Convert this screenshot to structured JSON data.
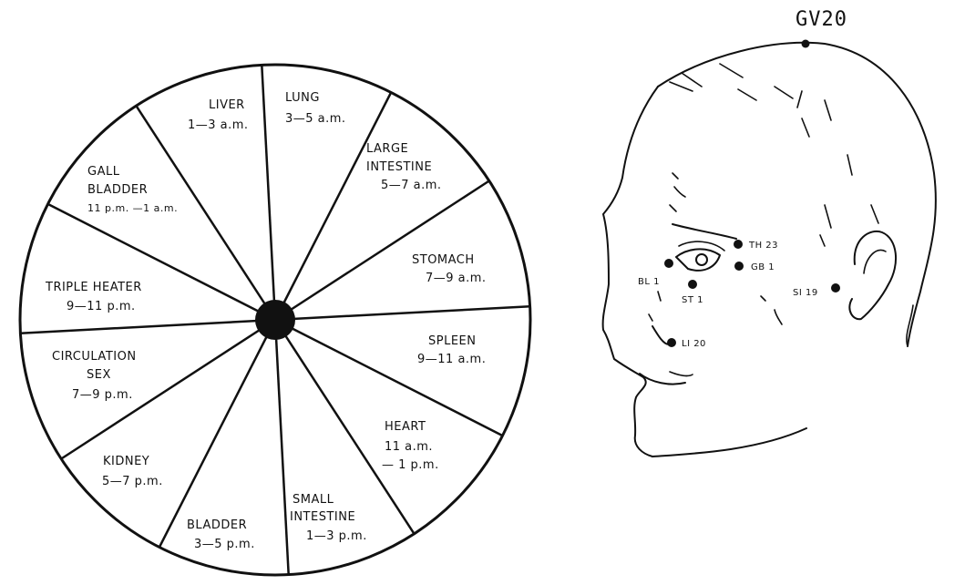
{
  "clock": {
    "segments": [
      {
        "organ": [
          "LUNG"
        ],
        "time": [
          "3—5 a.m."
        ]
      },
      {
        "organ": [
          "LARGE",
          "INTESTINE"
        ],
        "time": [
          "5—7 a.m."
        ]
      },
      {
        "organ": [
          "STOMACH"
        ],
        "time": [
          "7—9 a.m."
        ]
      },
      {
        "organ": [
          "SPLEEN"
        ],
        "time": [
          "9—11 a.m."
        ]
      },
      {
        "organ": [
          "HEART"
        ],
        "time": [
          "11 a.m.",
          "— 1 p.m."
        ]
      },
      {
        "organ": [
          "SMALL",
          "INTESTINE"
        ],
        "time": [
          "1—3 p.m."
        ]
      },
      {
        "organ": [
          "BLADDER"
        ],
        "time": [
          "3—5 p.m."
        ]
      },
      {
        "organ": [
          "KIDNEY"
        ],
        "time": [
          "5—7 p.m."
        ]
      },
      {
        "organ": [
          "CIRCULATION",
          "SEX"
        ],
        "time": [
          "7—9 p.m."
        ]
      },
      {
        "organ": [
          "TRIPLE HEATER"
        ],
        "time": [
          "9—11 p.m."
        ]
      },
      {
        "organ": [
          "GALL",
          "BLADDER"
        ],
        "time": [
          "11 p.m. —1 a.m."
        ]
      },
      {
        "organ": [
          "LIVER"
        ],
        "time": [
          "1—3 a.m."
        ]
      }
    ]
  },
  "head": {
    "top_label": "GV20",
    "points": [
      {
        "label": "TH 23"
      },
      {
        "label": "GB 1"
      },
      {
        "label": "BL 1"
      },
      {
        "label": "ST 1"
      },
      {
        "label": "LI 20"
      },
      {
        "label": "SI 19"
      }
    ]
  }
}
